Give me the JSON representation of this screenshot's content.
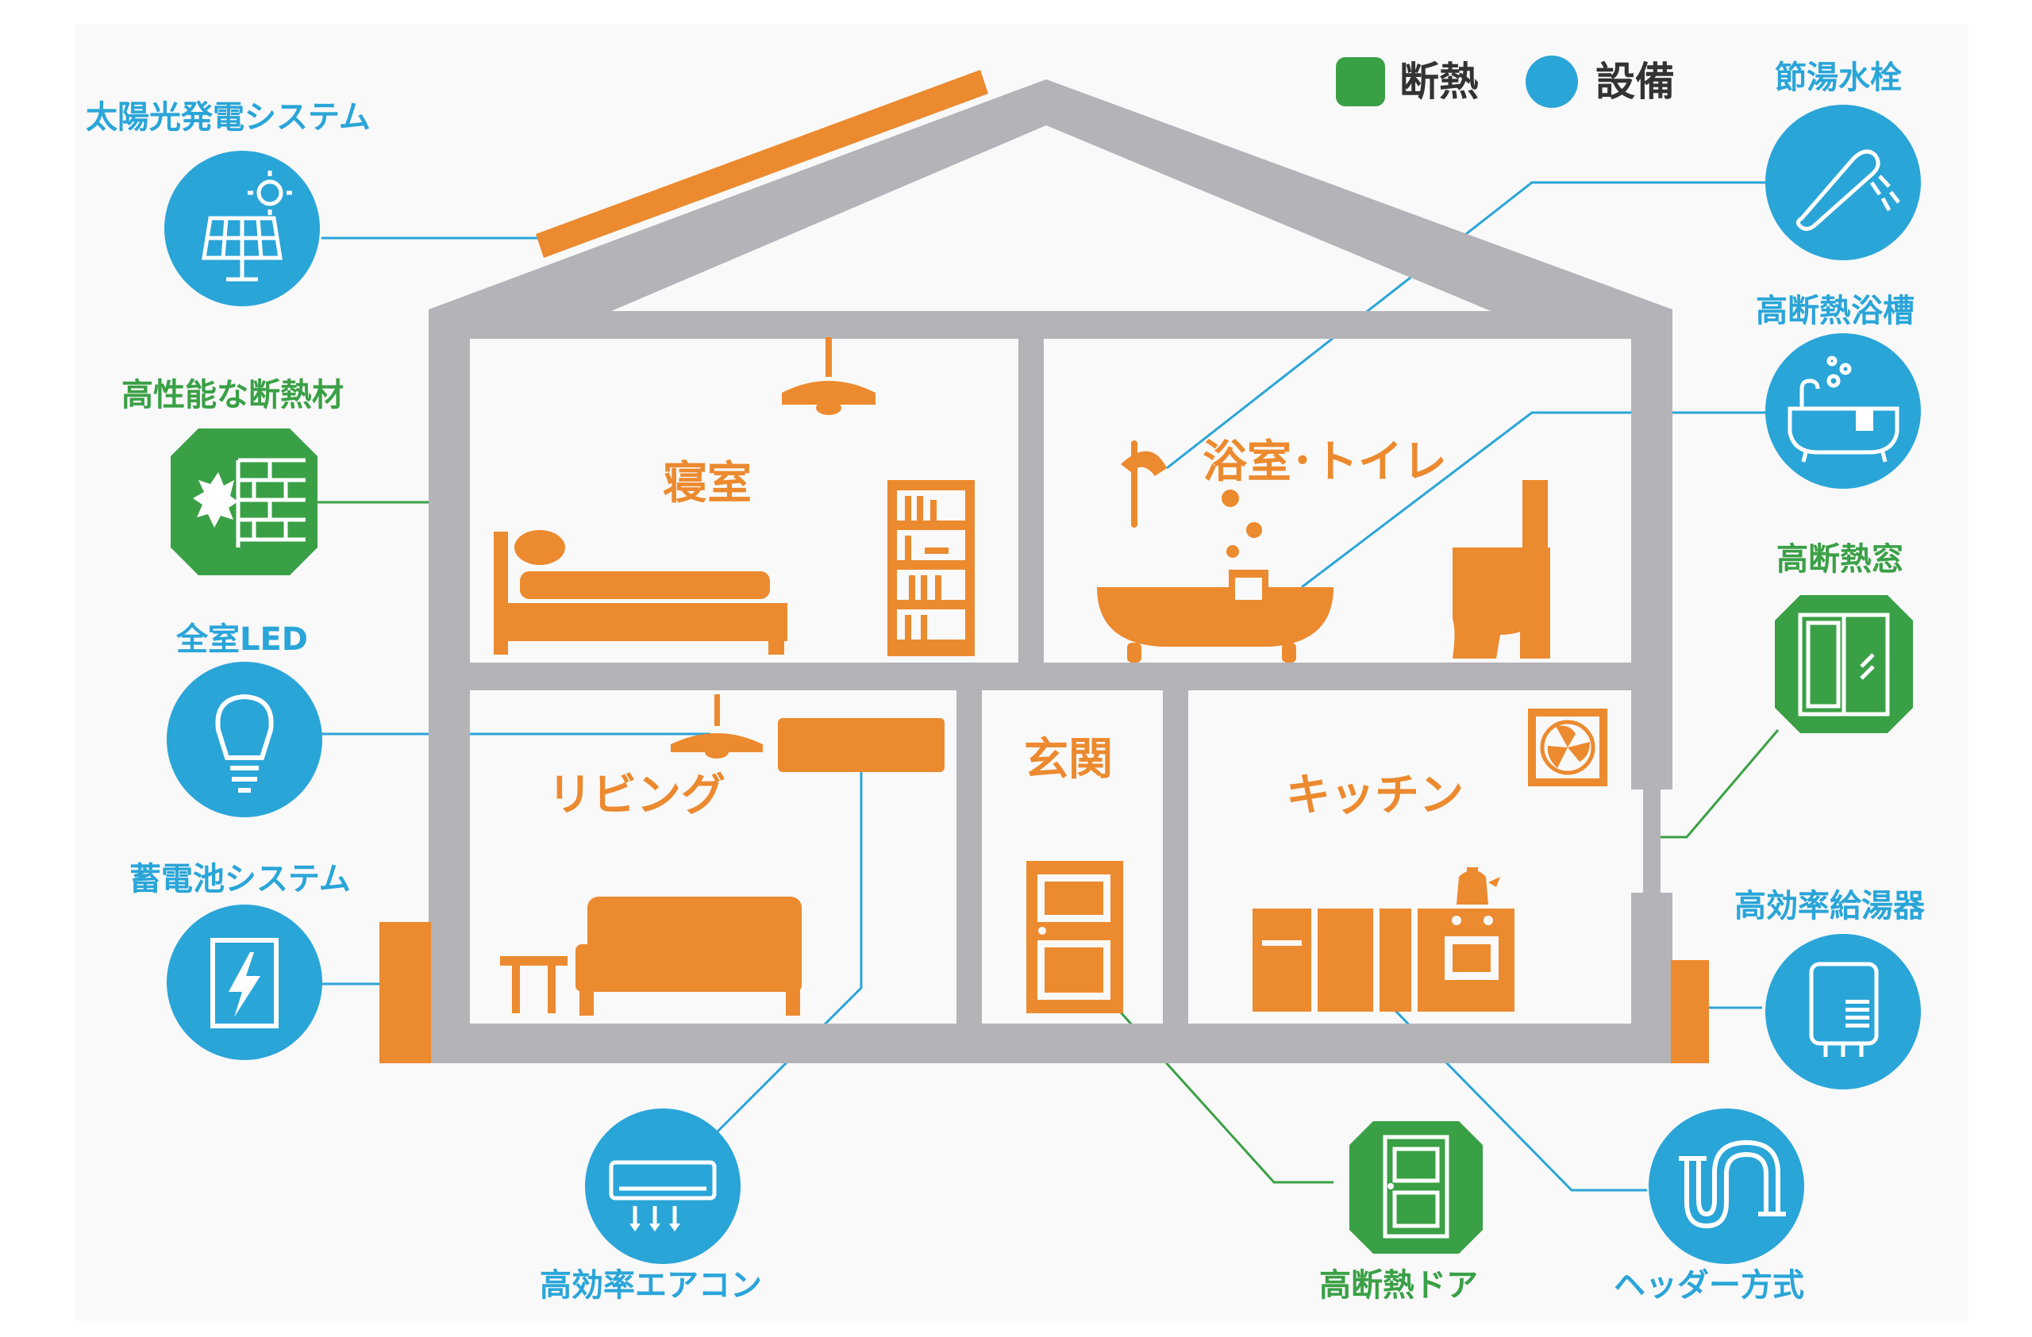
{
  "legend": {
    "insulation": {
      "label": "断熱",
      "color": "#3aa046"
    },
    "equipment": {
      "label": "設備",
      "color": "#2aa5d8"
    }
  },
  "colors": {
    "house": "#b4b3b8",
    "accent": "#ec8a2f",
    "equipment": "#2aa5d8",
    "insulation": "#3aa046"
  },
  "rooms": {
    "bedroom": "寝室",
    "bath_toilet": "浴室･トイレ",
    "living": "リビング",
    "entrance": "玄関",
    "kitchen": "キッチン"
  },
  "features": [
    {
      "id": "solar",
      "label": "太陽光発電システム",
      "kind": "equipment",
      "icon": "solar-panel-icon"
    },
    {
      "id": "insulation_material",
      "label": "高性能な断熱材",
      "kind": "insulation",
      "icon": "brick-wall-icon"
    },
    {
      "id": "led",
      "label": "全室LED",
      "kind": "equipment",
      "icon": "light-bulb-icon"
    },
    {
      "id": "battery",
      "label": "蓄電池システム",
      "kind": "equipment",
      "icon": "battery-lightning-icon"
    },
    {
      "id": "aircon",
      "label": "高効率エアコン",
      "kind": "equipment",
      "icon": "air-conditioner-icon"
    },
    {
      "id": "door",
      "label": "高断熱ドア",
      "kind": "insulation",
      "icon": "door-icon"
    },
    {
      "id": "header",
      "label": "ヘッダー方式",
      "kind": "equipment",
      "icon": "pipe-icon"
    },
    {
      "id": "heater",
      "label": "高効率給湯器",
      "kind": "equipment",
      "icon": "water-heater-icon"
    },
    {
      "id": "window",
      "label": "高断熱窓",
      "kind": "insulation",
      "icon": "window-icon"
    },
    {
      "id": "bathtub",
      "label": "高断熱浴槽",
      "kind": "equipment",
      "icon": "bathtub-icon"
    },
    {
      "id": "faucet",
      "label": "節湯水栓",
      "kind": "equipment",
      "icon": "shower-icon"
    }
  ]
}
